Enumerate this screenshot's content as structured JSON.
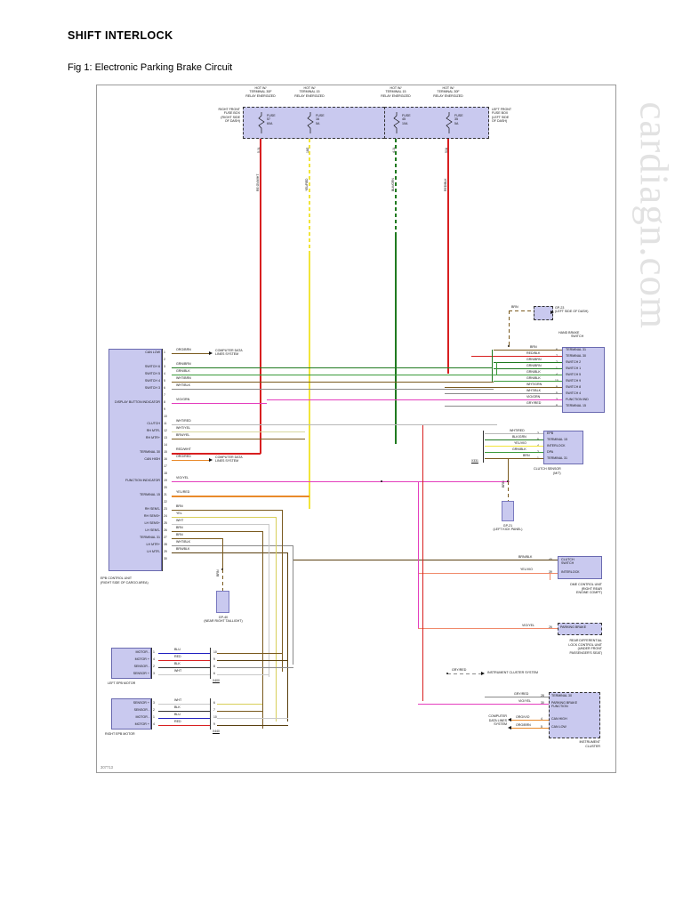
{
  "page": {
    "heading": "SHIFT INTERLOCK",
    "figure_title": "Fig 1: Electronic Parking Brake Circuit",
    "figure_number": "307713",
    "watermark": "cardiagn.com"
  },
  "power_sources": [
    {
      "id": "fuse-57",
      "hot_line1": "HOT W/",
      "hot_line2": "TERMINAL 30F",
      "hot_line3": "RELAY ENERGIZED",
      "fuse_label": "FUSE",
      "fuse_number": "57",
      "fuse_rating": "60A",
      "gauge": "5.0L",
      "wire": "RE GN/WHT"
    },
    {
      "id": "fuse-16",
      "hot_line1": "HOT W/",
      "hot_line2": "TERMINAL 15",
      "hot_line3": "RELAY ENERGIZED",
      "fuse_label": "FUSE",
      "fuse_number": "16",
      "fuse_rating": "5A",
      "gauge": "18G",
      "wire": "YEL/RED"
    },
    {
      "id": "fuse-45",
      "hot_line1": "HOT W/",
      "hot_line2": "TERMINAL 15",
      "hot_line3": "RELAY ENERGIZED",
      "fuse_label": "FUSE",
      "fuse_number": "45",
      "fuse_rating": "10A",
      "gauge": "4.0L",
      "wire": "BLK/GRN"
    },
    {
      "id": "fuse-35",
      "hot_line1": "HOT W/",
      "hot_line2": "TERMINAL 30F",
      "hot_line3": "RELAY ENERGIZED",
      "fuse_label": "FUSE",
      "fuse_number": "35",
      "fuse_rating": "5A",
      "gauge": "50A",
      "wire": "RED/BLK"
    }
  ],
  "fuse_boxes": [
    {
      "id": "right-front-fuse-box",
      "lines": [
        "RIGHT FRONT",
        "FUSE BOX",
        "(RIGHT SIDE",
        "OF DASH)"
      ]
    },
    {
      "id": "left-front-fuse-box",
      "lines": [
        "LEFT FRONT",
        "FUSE BOX",
        "(LEFT SIDE",
        "OF DASH)"
      ]
    }
  ],
  "epb_control_unit": {
    "caption_line1": "EPB CONTROL UNIT",
    "caption_line2": "(RIGHT SIDE OF CARGO AREA)",
    "pins": [
      {
        "num": "1",
        "label": "CAN LOW",
        "wire": "ORG/BRN",
        "dest": "COMPUTER DATA LINES SYSTEM"
      },
      {
        "num": "2",
        "label": "",
        "wire": ""
      },
      {
        "num": "3",
        "label": "SWITCH 6",
        "wire": "GRN/BRN"
      },
      {
        "num": "4",
        "label": "SWITCH 5",
        "wire": "GRN/BLK"
      },
      {
        "num": "5",
        "label": "SWITCH 4",
        "wire": "WHT/BRN"
      },
      {
        "num": "6",
        "label": "SWITCH 3",
        "wire": "WHT/BLK"
      },
      {
        "num": "7",
        "label": "",
        "wire": ""
      },
      {
        "num": "8",
        "label": "DISPLAY BUTTON INDICATOR",
        "wire": "VIO/GRN"
      },
      {
        "num": "9",
        "label": "",
        "wire": ""
      },
      {
        "num": "10",
        "label": "",
        "wire": ""
      },
      {
        "num": "11",
        "label": "CLUTCH",
        "wire": "WHT/RED"
      },
      {
        "num": "12",
        "label": "RH MTR-",
        "wire": "WHT/YEL"
      },
      {
        "num": "13",
        "label": "RH MTR+",
        "wire": "BRN/YEL"
      },
      {
        "num": "14",
        "label": "",
        "wire": "RED/WHT"
      },
      {
        "num": "15",
        "label": "TERMINAL 30",
        "wire": "RED/WHT"
      },
      {
        "num": "16",
        "label": "CAN HIGH",
        "wire": "ORG/RED",
        "dest": "COMPUTER DATA LINES SYSTEM"
      },
      {
        "num": "17",
        "label": "",
        "wire": ""
      },
      {
        "num": "18",
        "label": "",
        "wire": ""
      },
      {
        "num": "19",
        "label": "FUNCTION INDICATOR",
        "wire": "VIO/YEL"
      },
      {
        "num": "20",
        "label": "",
        "wire": ""
      },
      {
        "num": "21",
        "label": "TERMINAL 15",
        "wire": "YEL/RED"
      },
      {
        "num": "22",
        "label": "",
        "wire": ""
      },
      {
        "num": "23",
        "label": "RH SENS-",
        "wire": "BRN"
      },
      {
        "num": "24",
        "label": "RH SENS+",
        "wire": "YEL"
      },
      {
        "num": "25",
        "label": "LH SENS+",
        "wire": "WHT"
      },
      {
        "num": "26",
        "label": "LH SENS-",
        "wire": "BRN"
      },
      {
        "num": "27",
        "label": "TERMINAL 31",
        "wire": "BRN"
      },
      {
        "num": "28",
        "label": "LH MTR+",
        "wire": "WHT/BLK"
      },
      {
        "num": "29",
        "label": "LH MTR-",
        "wire": "BRN/BLK"
      },
      {
        "num": "30",
        "label": "",
        "wire": ""
      }
    ]
  },
  "left_epb_motor": {
    "caption": "LEFT EPB MOTOR",
    "connector": "X400",
    "rows": [
      {
        "pin": "1",
        "label": "MOTOR -",
        "wire": "BLU",
        "cpin": "10"
      },
      {
        "pin": "4",
        "label": "MOTOR +",
        "wire": "RED",
        "cpin": "9"
      },
      {
        "pin": "2",
        "label": "SENSOR -",
        "wire": "BLK",
        "cpin": "8"
      },
      {
        "pin": "3",
        "label": "SENSOR +",
        "wire": "WHT",
        "cpin": "6"
      }
    ]
  },
  "right_epb_motor": {
    "caption": "RIGHT EPB MOTOR",
    "connector": "X440",
    "rows": [
      {
        "pin": "3",
        "label": "SENSOR +",
        "wire": "WHT",
        "cpin": "6"
      },
      {
        "pin": "2",
        "label": "SENSOR -",
        "wire": "BLK",
        "cpin": "7"
      },
      {
        "pin": "1",
        "label": "MOTOR -",
        "wire": "BLU",
        "cpin": "10"
      },
      {
        "pin": "4",
        "label": "MOTOR +",
        "wire": "RED",
        "cpin": "9"
      }
    ]
  },
  "hand_brake_switch": {
    "caption_line1": "HAND BRAKE",
    "caption_line2": "SWITCH",
    "rows": [
      {
        "wire": "BRN",
        "pin": "6",
        "label": "TERMINAL 31"
      },
      {
        "wire": "RED/BLK",
        "pin": "7",
        "label": "TERMINAL 30"
      },
      {
        "wire": "GRN/BRN",
        "pin": "2",
        "label": "SWITCH 2"
      },
      {
        "wire": "GRN/BRN",
        "pin": "1",
        "label": "SWITCH 1"
      },
      {
        "wire": "GRN/BLK",
        "pin": "4",
        "label": "SWITCH 5"
      },
      {
        "wire": "GRN/BLK",
        "pin": "10",
        "label": "SWITCH 9"
      },
      {
        "wire": "WHT/GRN",
        "pin": "9",
        "label": "SWITCH 8"
      },
      {
        "wire": "WHT/BLK",
        "pin": "5",
        "label": "SWITCH 4"
      },
      {
        "wire": "VIO/GRN",
        "pin": "3",
        "label": "FUNCTION IND"
      },
      {
        "wire": "GRY/RED",
        "pin": "8",
        "label": "TERMINAL 15"
      }
    ]
  },
  "clutch_sensor": {
    "caption_line1": "CLUTCH SENSOR",
    "caption_line2": "(M/T)",
    "connector": "X331",
    "rows": [
      {
        "wire": "WHT/RED",
        "pin": "3",
        "label": "EPB"
      },
      {
        "wire": "BLK/GRN",
        "pin": "5",
        "label": "TERMINAL 15"
      },
      {
        "wire": "YEL/VIO",
        "pin": "4",
        "label": "INTERLOCK"
      },
      {
        "wire": "GRN/BLK",
        "pin": "2",
        "label": "DPA"
      },
      {
        "wire": "BRN",
        "pin": "1",
        "label": "TERMINAL 31"
      }
    ]
  },
  "dme_control_unit": {
    "caption_line1": "DME CONTROL UNIT",
    "caption_line2": "(RIGHT REAR",
    "caption_line3": "ENGINE COMPT)",
    "rows": [
      {
        "wire": "BRN/BLK",
        "pin": "40",
        "label": "CLUTCH SWITCH"
      },
      {
        "wire": "YEL/VIO",
        "pin": "39",
        "label": "INTERLOCK"
      }
    ]
  },
  "rear_diff_lock_unit": {
    "caption_line1": "REAR DIFFERENTIAL",
    "caption_line2": "LOCK CONTROL UNIT",
    "caption_line3": "(UNDER FRONT",
    "caption_line4": "PASSENGER'S SEAT)",
    "rows": [
      {
        "wire": "VIO/YEL",
        "pin": "26",
        "label": "PARKING BRAKE"
      }
    ]
  },
  "instrument_cluster": {
    "caption_line1": "INSTRUMENT",
    "caption_line2": "CLUSTER",
    "rows": [
      {
        "wire": "GRY/RED",
        "pin": "28",
        "label": "TERMINAL 30"
      },
      {
        "wire": "VIO/YEL",
        "pin": "30",
        "label": "PARKING BRAKE FUNCTION"
      },
      {
        "wire": "ORG/VIO",
        "pin": "4",
        "label": "CAN HIGH"
      },
      {
        "wire": "ORG/BRN",
        "pin": "5",
        "label": "CAN LOW"
      }
    ]
  },
  "grounds": [
    {
      "id": "gp-23",
      "name": "GP-23",
      "location": "(LEFT SIDE OF DASH)",
      "wire": "BRN"
    },
    {
      "id": "gp-21",
      "name": "GP-21",
      "location": "(LEFT KICK PANEL)",
      "wire": "BRN"
    },
    {
      "id": "gp-40",
      "name": "GP-40",
      "location": "(NEAR RIGHT TAILLIGHT)",
      "wire": "BRN"
    }
  ],
  "destinations": [
    {
      "id": "computer-data-lines-1",
      "label_line1": "COMPUTER DATA",
      "label_line2": "LINES SYSTEM"
    },
    {
      "id": "computer-data-lines-2",
      "label_line1": "COMPUTER DATA",
      "label_line2": "LINES SYSTEM"
    },
    {
      "id": "instrument-cluster-system",
      "label": "INSTRUMENT CLUSTER SYSTEM",
      "wire": "GRY/RED"
    },
    {
      "id": "computer-data-lines-3",
      "label_line1": "COMPUTER",
      "label_line2": "DATA LINES",
      "label_line3": "SYSTEM"
    }
  ],
  "colors": {
    "box_fill": "#c9c9ef",
    "box_border": "#6a6ab0",
    "wire_red": "#d81f20",
    "wire_yellow": "#f2e53a",
    "wire_green_dark": "#1f7a1f",
    "wire_green": "#3a9a3a",
    "wire_brown": "#7a5a1e",
    "wire_brown_dark": "#5a4010",
    "wire_magenta": "#e43fbe",
    "wire_gray": "#8a8a8a",
    "wire_orange": "#e98a2b",
    "wire_white": "#cccccc",
    "wire_blue": "#2020c0",
    "wire_black": "#333333"
  }
}
